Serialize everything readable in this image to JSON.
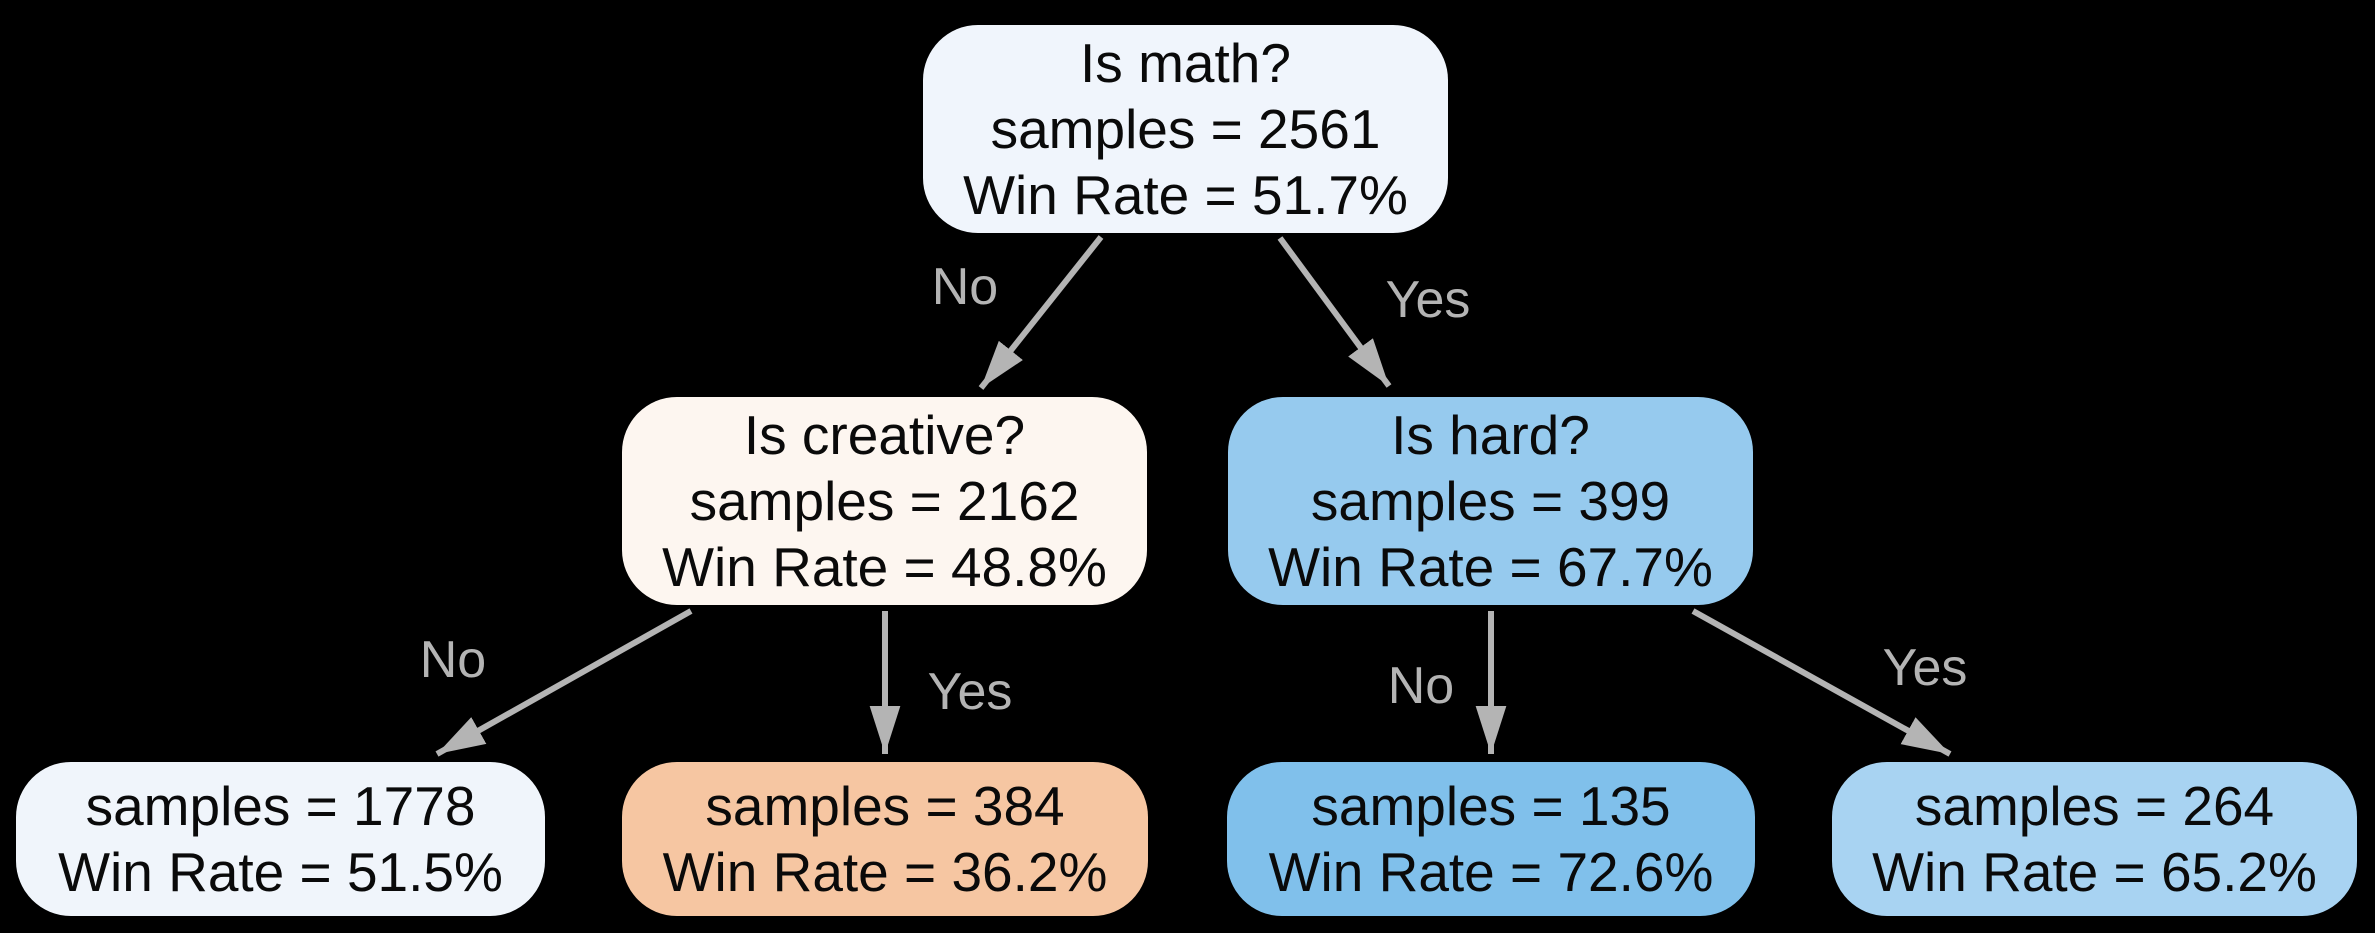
{
  "diagram": {
    "type": "decision-tree",
    "background_color": "#000000",
    "edge_color": "#b4b4b4",
    "node_text_color": "#0a0a0a",
    "nodes": [
      {
        "id": "root",
        "question": "Is math?",
        "samples": "samples = 2561",
        "win_rate": "Win Rate = 51.7%",
        "fill": "#f0f5fc"
      },
      {
        "id": "creative",
        "question": "Is creative?",
        "samples": "samples = 2162",
        "win_rate": "Win Rate = 48.8%",
        "fill": "#fdf6f0"
      },
      {
        "id": "hard",
        "question": "Is hard?",
        "samples": "samples = 399",
        "win_rate": "Win Rate = 67.7%",
        "fill": "#96caee"
      },
      {
        "id": "leaf-no-no",
        "samples": "samples = 1778",
        "win_rate": "Win Rate = 51.5%",
        "fill": "#f0f5fb"
      },
      {
        "id": "leaf-no-yes",
        "samples": "samples = 384",
        "win_rate": "Win Rate = 36.2%",
        "fill": "#f6c6a2"
      },
      {
        "id": "leaf-yes-no",
        "samples": "samples = 135",
        "win_rate": "Win Rate = 72.6%",
        "fill": "#80c0eb"
      },
      {
        "id": "leaf-yes-yes",
        "samples": "samples = 264",
        "win_rate": "Win Rate = 65.2%",
        "fill": "#a8d3f2"
      }
    ],
    "edges": [
      {
        "from": "root",
        "to": "creative",
        "label": "No"
      },
      {
        "from": "root",
        "to": "hard",
        "label": "Yes"
      },
      {
        "from": "creative",
        "to": "leaf-no-no",
        "label": "No"
      },
      {
        "from": "creative",
        "to": "leaf-no-yes",
        "label": "Yes"
      },
      {
        "from": "hard",
        "to": "leaf-yes-no",
        "label": "No"
      },
      {
        "from": "hard",
        "to": "leaf-yes-yes",
        "label": "Yes"
      }
    ]
  }
}
